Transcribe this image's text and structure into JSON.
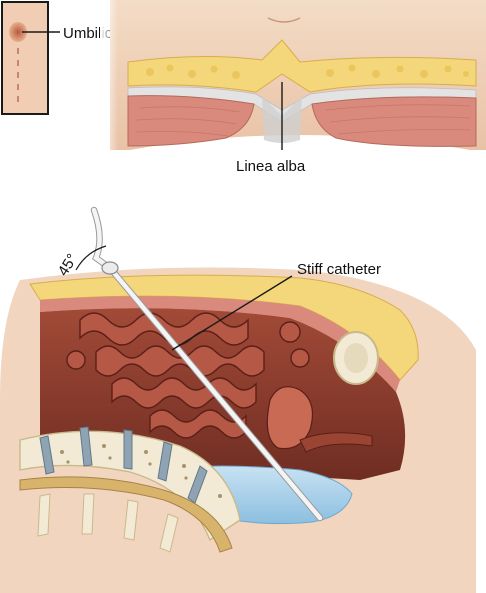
{
  "labels": {
    "umbilicus": "Umbilicus",
    "linea_alba": "Linea alba",
    "stiff_catheter": "Stiff catheter",
    "angle": "45°"
  },
  "colors": {
    "skin": "#f1d3bb",
    "skin_dark": "#d9a88a",
    "fat": "#f3d77a",
    "fat_bubble": "#e8c55a",
    "muscle": "#d98a7c",
    "fascia": "#dedede",
    "peritoneal_cavity": "#8a3d2e",
    "intestine": "#b65846",
    "intestine_outline": "#5a1f17",
    "bone": "#f2ead4",
    "bone_pore": "#a9936a",
    "disc": "#8fa3b3",
    "fluid": "#a9d0ea",
    "catheter": "#eeeeee"
  },
  "icons": {
    "inset": "umbilicus-inset-icon"
  }
}
